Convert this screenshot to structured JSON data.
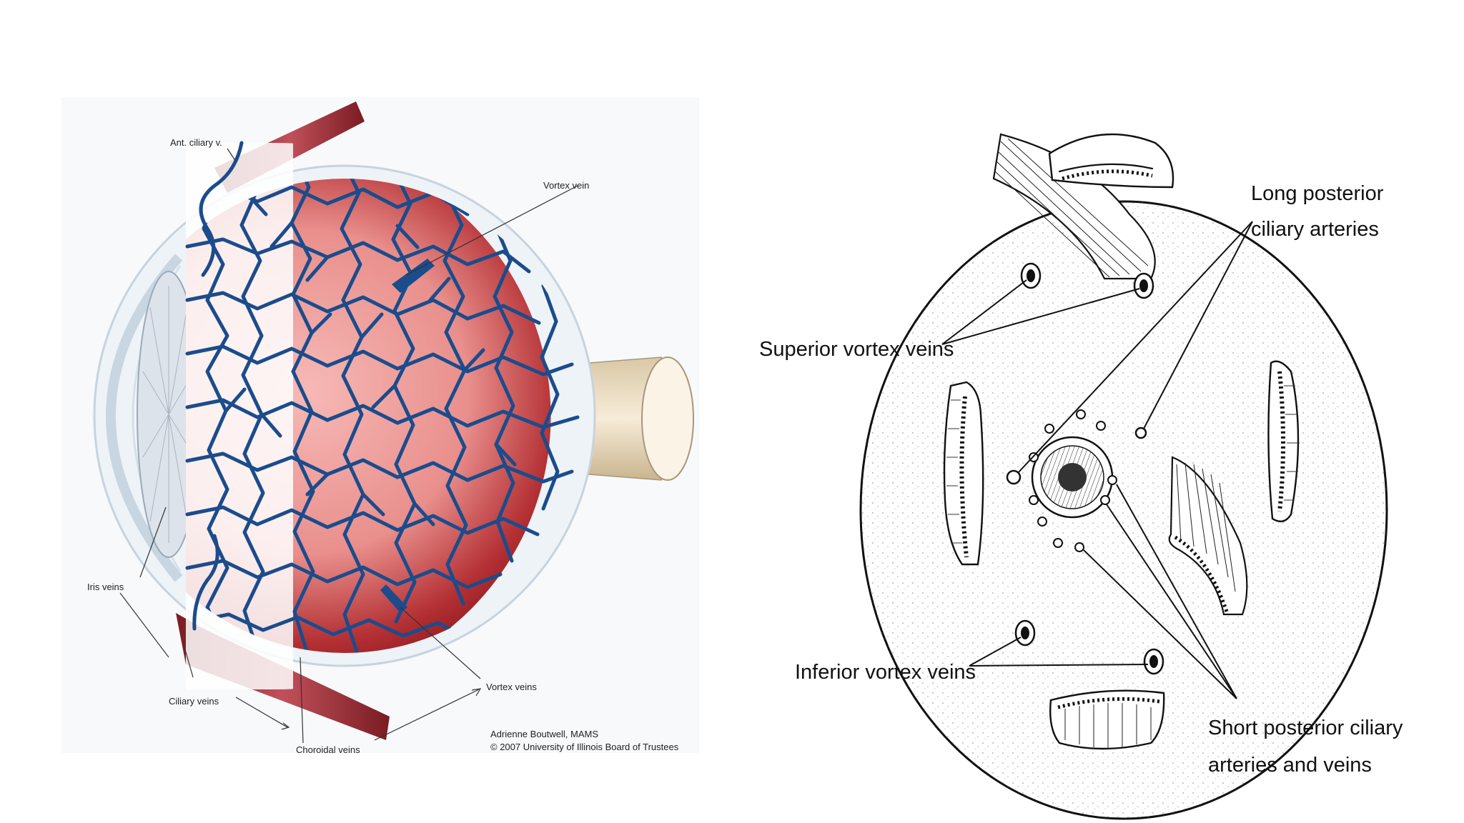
{
  "left_panel": {
    "labels": {
      "ant_ciliary": "Ant. ciliary v.",
      "vortex_vein_top": "Vortex vein",
      "iris_veins": "Iris veins",
      "ciliary_veins": "Ciliary veins",
      "choroidal_veins": "Choroidal veins",
      "vortex_veins_bottom": "Vortex veins"
    },
    "credit": {
      "line1": "Adrienne Boutwell, MAMS",
      "line2": "© 2007 University of Illinois Board of Trustees"
    },
    "colors": {
      "vein": "#1b4c8c",
      "choroid_light": "#f4a6a6",
      "choroid_dark": "#9b1d22",
      "sclera": "#e9f0f6",
      "optic_nerve": "#efe2c8"
    }
  },
  "right_panel": {
    "labels": {
      "long_posterior_line1": "Long posterior",
      "long_posterior_line2": "ciliary arteries",
      "superior_vortex": "Superior vortex veins",
      "inferior_vortex": "Inferior vortex veins",
      "short_posterior_line1": "Short posterior ciliary",
      "short_posterior_line2": "arteries and veins"
    }
  }
}
